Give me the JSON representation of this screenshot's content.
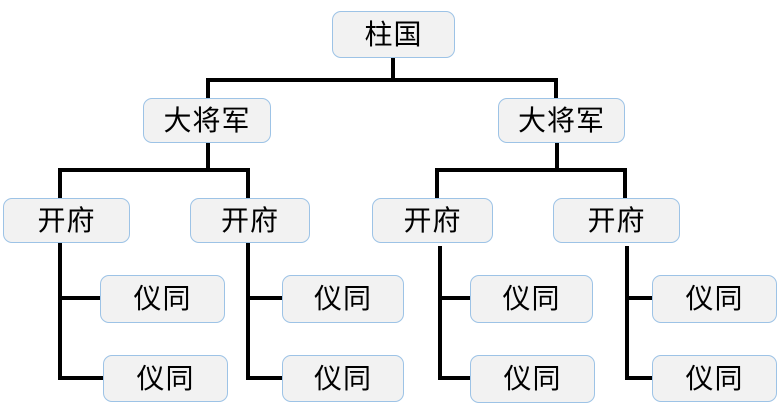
{
  "diagram": {
    "type": "org-chart",
    "colors": {
      "background": "#ffffff",
      "node_fill": "#f2f2f2",
      "node_border": "#9dc3e6",
      "connector": "#000000"
    },
    "nodes": [
      {
        "id": "n0",
        "level": 1,
        "label": "柱国"
      },
      {
        "id": "n1",
        "level": 2,
        "label": "大将军"
      },
      {
        "id": "n2",
        "level": 2,
        "label": "大将军"
      },
      {
        "id": "n3",
        "level": 3,
        "label": "开府"
      },
      {
        "id": "n4",
        "level": 3,
        "label": "开府"
      },
      {
        "id": "n5",
        "level": 3,
        "label": "开府"
      },
      {
        "id": "n6",
        "level": 3,
        "label": "开府"
      },
      {
        "id": "n7",
        "level": 4,
        "label": "仪同"
      },
      {
        "id": "n8",
        "level": 4,
        "label": "仪同"
      },
      {
        "id": "n9",
        "level": 4,
        "label": "仪同"
      },
      {
        "id": "n10",
        "level": 4,
        "label": "仪同"
      },
      {
        "id": "n11",
        "level": 4,
        "label": "仪同"
      },
      {
        "id": "n12",
        "level": 4,
        "label": "仪同"
      },
      {
        "id": "n13",
        "level": 4,
        "label": "仪同"
      },
      {
        "id": "n14",
        "level": 4,
        "label": "仪同"
      }
    ],
    "hierarchy": {
      "label": "柱国",
      "children": [
        {
          "label": "大将军",
          "children": [
            {
              "label": "开府",
              "children": [
                {
                  "label": "仪同"
                },
                {
                  "label": "仪同"
                }
              ]
            },
            {
              "label": "开府",
              "children": [
                {
                  "label": "仪同"
                },
                {
                  "label": "仪同"
                }
              ]
            }
          ]
        },
        {
          "label": "大将军",
          "children": [
            {
              "label": "开府",
              "children": [
                {
                  "label": "仪同"
                },
                {
                  "label": "仪同"
                }
              ]
            },
            {
              "label": "开府",
              "children": [
                {
                  "label": "仪同"
                },
                {
                  "label": "仪同"
                }
              ]
            }
          ]
        }
      ]
    }
  }
}
